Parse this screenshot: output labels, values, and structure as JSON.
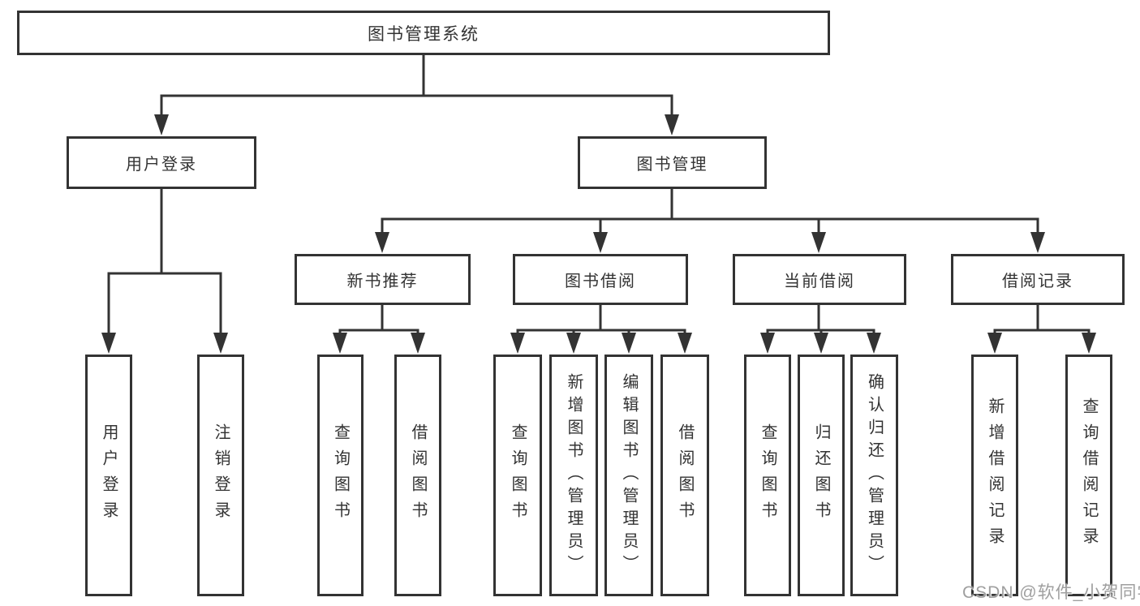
{
  "diagram": {
    "root": "图书管理系统",
    "level2": {
      "user_login": "用户登录",
      "book_management": "图书管理"
    },
    "level3": {
      "new_book_recommend": "新书推荐",
      "book_borrow": "图书借阅",
      "current_borrow": "当前借阅",
      "borrow_records": "借阅记录"
    },
    "leaves": {
      "user_login": [
        "用户登录",
        "注销登录"
      ],
      "new_book_recommend": [
        "查询图书",
        "借阅图书"
      ],
      "book_borrow": [
        "查询图书",
        "新增图书（管理员）",
        "编辑图书（管理员）",
        "借阅图书"
      ],
      "current_borrow": [
        "查询图书",
        "归还图书",
        "确认归还（管理员）"
      ],
      "borrow_records": [
        "新增借阅记录",
        "查询借阅记录"
      ]
    }
  },
  "watermark": "CSDN @软件_小贺同学",
  "colors": {
    "line": "#333333",
    "text": "#333333",
    "background": "#ffffff",
    "watermark": "#9f9f9f"
  }
}
